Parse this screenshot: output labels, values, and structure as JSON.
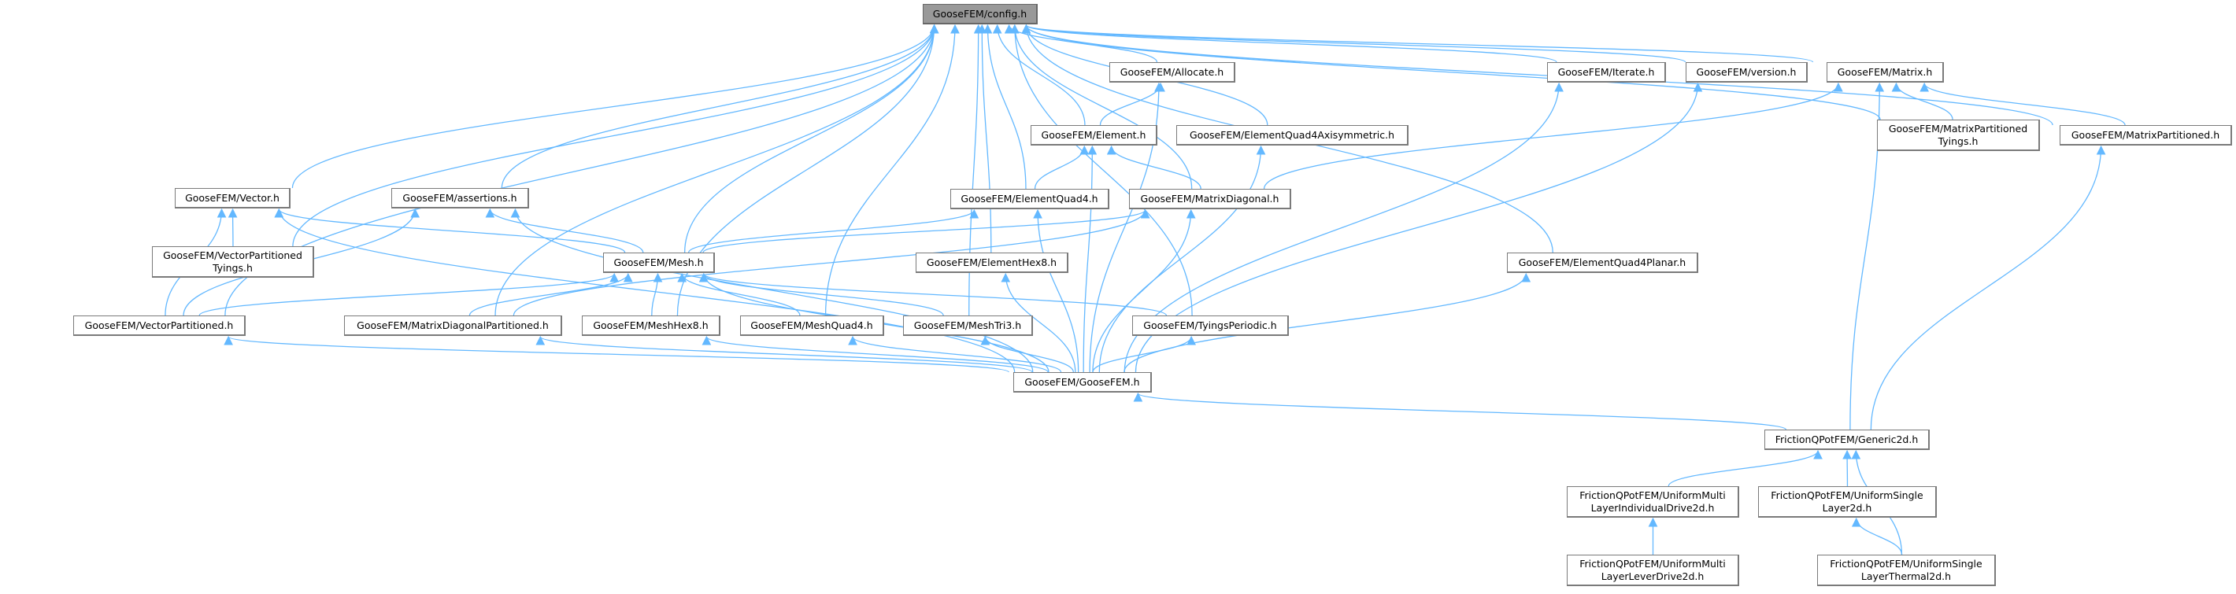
{
  "colors": {
    "edge": "#63b8ff",
    "root_fill": "#999999",
    "node_border": "#7a7a7a"
  },
  "nodes": {
    "config": "GooseFEM/config.h",
    "allocate": "GooseFEM/Allocate.h",
    "iterate": "GooseFEM/Iterate.h",
    "version": "GooseFEM/version.h",
    "matrix": "GooseFEM/Matrix.h",
    "element": "GooseFEM/Element.h",
    "eq4axi": "GooseFEM/ElementQuad4Axisymmetric.h",
    "mptyings": "GooseFEM/MatrixPartitioned\nTyings.h",
    "mpart": "GooseFEM/MatrixPartitioned.h",
    "vector": "GooseFEM/Vector.h",
    "assertions": "GooseFEM/assertions.h",
    "eq4": "GooseFEM/ElementQuad4.h",
    "mdiag": "GooseFEM/MatrixDiagonal.h",
    "vptyings": "GooseFEM/VectorPartitioned\nTyings.h",
    "mesh": "GooseFEM/Mesh.h",
    "ehex8": "GooseFEM/ElementHex8.h",
    "eq4planar": "GooseFEM/ElementQuad4Planar.h",
    "vpart": "GooseFEM/VectorPartitioned.h",
    "mdiagpart": "GooseFEM/MatrixDiagonalPartitioned.h",
    "meshhex8": "GooseFEM/MeshHex8.h",
    "meshquad4": "GooseFEM/MeshQuad4.h",
    "meshtri3": "GooseFEM/MeshTri3.h",
    "tyings": "GooseFEM/TyingsPeriodic.h",
    "goosefem": "GooseFEM/GooseFEM.h",
    "generic2d": "FrictionQPotFEM/Generic2d.h",
    "umid": "FrictionQPotFEM/UniformMulti\nLayerIndividualDrive2d.h",
    "usl2d": "FrictionQPotFEM/UniformSingle\nLayer2d.h",
    "umld": "FrictionQPotFEM/UniformMulti\nLayerLeverDrive2d.h",
    "ust2d": "FrictionQPotFEM/UniformSingle\nLayerThermal2d.h"
  },
  "edges": [
    [
      "vector",
      "config"
    ],
    [
      "assertions",
      "config"
    ],
    [
      "vptyings",
      "config"
    ],
    [
      "vpart",
      "config"
    ],
    [
      "mesh",
      "config"
    ],
    [
      "mdiagpart",
      "config"
    ],
    [
      "meshhex8",
      "config"
    ],
    [
      "meshquad4",
      "config"
    ],
    [
      "meshtri3",
      "config"
    ],
    [
      "ehex8",
      "config"
    ],
    [
      "eq4",
      "config"
    ],
    [
      "mdiag",
      "config"
    ],
    [
      "element",
      "config"
    ],
    [
      "allocate",
      "config"
    ],
    [
      "eq4axi",
      "config"
    ],
    [
      "tyings",
      "config"
    ],
    [
      "eq4planar",
      "config"
    ],
    [
      "iterate",
      "config"
    ],
    [
      "version",
      "config"
    ],
    [
      "matrix",
      "config"
    ],
    [
      "mptyings",
      "config"
    ],
    [
      "mpart",
      "config"
    ],
    [
      "element",
      "allocate"
    ],
    [
      "goosefem",
      "allocate"
    ],
    [
      "eq4",
      "element"
    ],
    [
      "mdiag",
      "element"
    ],
    [
      "goosefem",
      "element"
    ],
    [
      "goosefem",
      "eq4axi"
    ],
    [
      "goosefem",
      "iterate"
    ],
    [
      "goosefem",
      "version"
    ],
    [
      "mdiag",
      "matrix"
    ],
    [
      "mptyings",
      "matrix"
    ],
    [
      "mpart",
      "matrix"
    ],
    [
      "generic2d",
      "matrix"
    ],
    [
      "generic2d",
      "mpart"
    ],
    [
      "vptyings",
      "vector"
    ],
    [
      "mesh",
      "vector"
    ],
    [
      "vpart",
      "vector"
    ],
    [
      "goosefem",
      "vector"
    ],
    [
      "mesh",
      "assertions"
    ],
    [
      "vpart",
      "assertions"
    ],
    [
      "goosefem",
      "assertions"
    ],
    [
      "mesh",
      "eq4"
    ],
    [
      "goosefem",
      "eq4"
    ],
    [
      "mesh",
      "mdiag"
    ],
    [
      "mdiagpart",
      "mdiag"
    ],
    [
      "goosefem",
      "mdiag"
    ],
    [
      "vpart",
      "mesh"
    ],
    [
      "mdiagpart",
      "mesh"
    ],
    [
      "meshhex8",
      "mesh"
    ],
    [
      "meshquad4",
      "mesh"
    ],
    [
      "meshtri3",
      "mesh"
    ],
    [
      "tyings",
      "mesh"
    ],
    [
      "goosefem",
      "mesh"
    ],
    [
      "goosefem",
      "ehex8"
    ],
    [
      "goosefem",
      "eq4planar"
    ],
    [
      "goosefem",
      "vpart"
    ],
    [
      "goosefem",
      "mdiagpart"
    ],
    [
      "goosefem",
      "meshhex8"
    ],
    [
      "goosefem",
      "meshquad4"
    ],
    [
      "goosefem",
      "meshtri3"
    ],
    [
      "goosefem",
      "tyings"
    ],
    [
      "generic2d",
      "goosefem"
    ],
    [
      "umid",
      "generic2d"
    ],
    [
      "usl2d",
      "generic2d"
    ],
    [
      "ust2d",
      "generic2d"
    ],
    [
      "umld",
      "umid"
    ],
    [
      "ust2d",
      "usl2d"
    ]
  ]
}
